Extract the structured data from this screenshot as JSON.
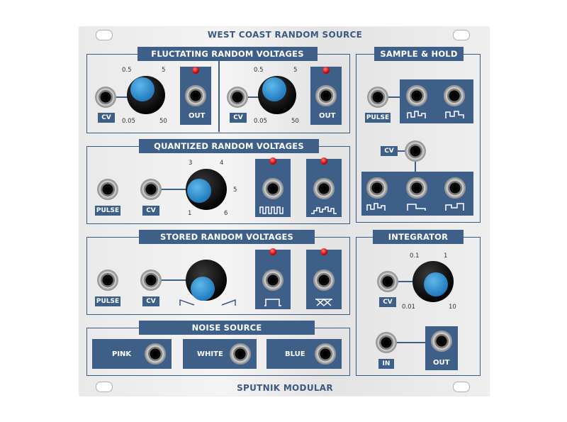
{
  "panel": {
    "top_title": "WEST COAST RANDOM SOURCE",
    "bottom_title": "SPUTNIK MODULAR",
    "colors": {
      "accent": "#3d5f88",
      "knob_cap": "#1e78ba",
      "led": "#d00000",
      "panel": "#ececec"
    }
  },
  "fluctuating": {
    "title": "FLUCTATING RANDOM VOLTAGES",
    "cv": "CV",
    "out": "OUT",
    "scale": [
      "0.5",
      "5",
      "0.05",
      "50"
    ]
  },
  "sample_hold": {
    "title": "SAMPLE & HOLD",
    "pulse": "PULSE",
    "cv": "CV"
  },
  "quantized": {
    "title": "QUANTIZED RANDOM VOLTAGES",
    "pulse": "PULSE",
    "cv": "CV",
    "scale": [
      "3",
      "4",
      "5",
      "1",
      "6"
    ]
  },
  "stored": {
    "title": "STORED RANDOM VOLTAGES",
    "pulse": "PULSE",
    "cv": "CV"
  },
  "integrator": {
    "title": "INTEGRATOR",
    "cv": "CV",
    "in": "IN",
    "out": "OUT",
    "scale": [
      "0.1",
      "1",
      "0.01",
      "10"
    ]
  },
  "noise": {
    "title": "NOISE SOURCE",
    "pink": "PINK",
    "white": "WHITE",
    "blue": "BLUE"
  }
}
